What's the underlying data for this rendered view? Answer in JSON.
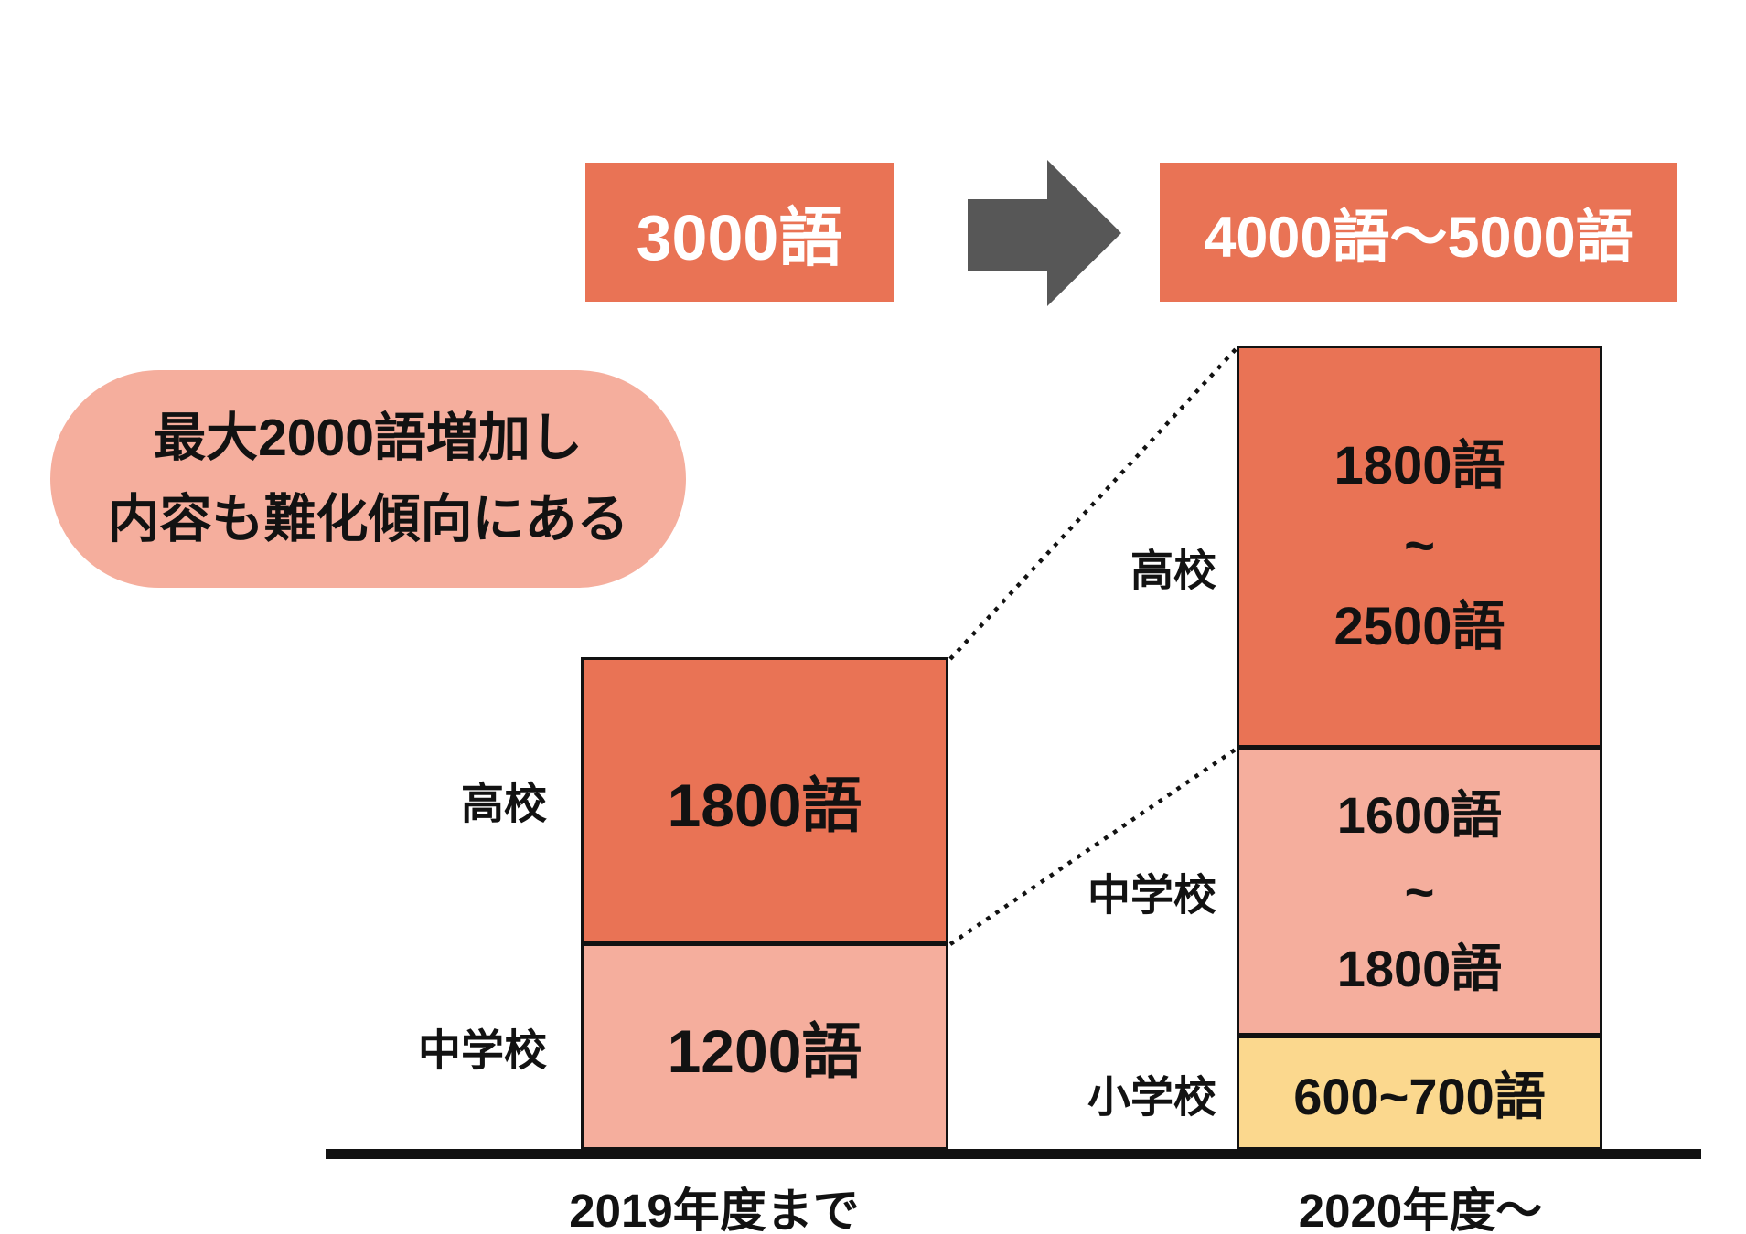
{
  "summary": {
    "before_total": "3000語",
    "after_total": "4000語〜5000語"
  },
  "callout": {
    "line1": "最大2000語増加し",
    "line2": "内容も難化傾向にある"
  },
  "left_column": {
    "axis_label": "2019年度まで",
    "high_school": {
      "label": "高校",
      "value": "1800語"
    },
    "junior_high": {
      "label": "中学校",
      "value": "1200語"
    }
  },
  "right_column": {
    "axis_label": "2020年度〜",
    "high_school": {
      "label": "高校",
      "line1": "1800語",
      "tilde": "~",
      "line2": "2500語"
    },
    "junior_high": {
      "label": "中学校",
      "line1": "1600語",
      "tilde": "~",
      "line2": "1800語"
    },
    "elementary": {
      "label": "小学校",
      "value": "600~700語"
    }
  },
  "colors": {
    "accent_orange": "#E97355",
    "salmon": "#F5AE9D",
    "yellow": "#FBD88E",
    "arrow_gray": "#575757",
    "ink": "#121212",
    "background": "#FFFFFF"
  },
  "chart_data": {
    "type": "bar",
    "stacked": true,
    "unit": "語",
    "categories": [
      "2019年度まで",
      "2020年度〜"
    ],
    "series": [
      {
        "name": "小学校",
        "value_labels": [
          null,
          "600~700語"
        ],
        "values_min": [
          0,
          600
        ],
        "values_max": [
          0,
          700
        ],
        "color": "#FBD88E"
      },
      {
        "name": "中学校",
        "value_labels": [
          "1200語",
          "1600語~1800語"
        ],
        "values_min": [
          1200,
          1600
        ],
        "values_max": [
          1200,
          1800
        ],
        "color": "#F5AE9D"
      },
      {
        "name": "高校",
        "value_labels": [
          "1800語",
          "1800語~2500語"
        ],
        "values_min": [
          1800,
          1800
        ],
        "values_max": [
          1800,
          2500
        ],
        "color": "#E97355"
      }
    ],
    "totals": {
      "labels": [
        "3000語",
        "4000語〜5000語"
      ],
      "values_min": [
        3000,
        4000
      ],
      "values_max": [
        3000,
        5000
      ]
    },
    "annotation": "最大2000語増加し内容も難化傾向にある",
    "legend_position": "left-of-bars",
    "grid": false,
    "connector_lines": "dotted lines link segment boundaries of 2019 bar to 2020 bar"
  }
}
